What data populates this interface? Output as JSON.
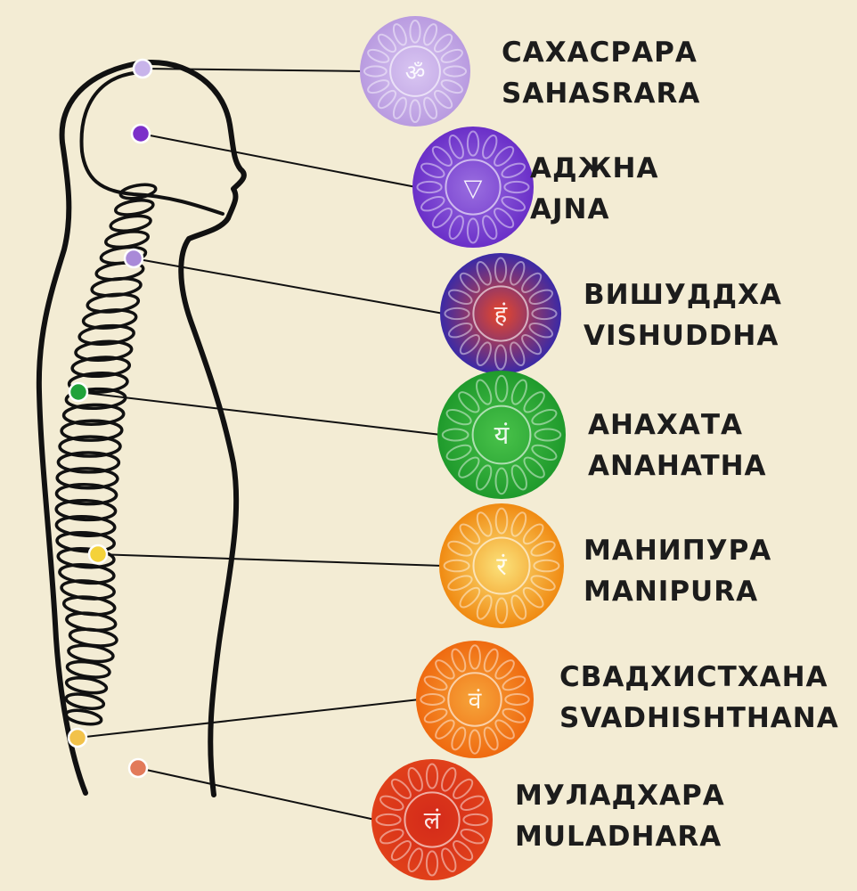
{
  "title": "Chakras along the spine",
  "chakras": [
    {
      "ru": "САХАСРАРА",
      "en": "SAHASRARA",
      "symbol": "ॐ",
      "color": "#b99be0",
      "inner": "#d9c6f2",
      "dot": "#c8b4ea"
    },
    {
      "ru": "АДЖНА",
      "en": "AJNA",
      "symbol": "▽",
      "color": "#6a2fc8",
      "inner": "#9a6ee0",
      "dot": "#7b2fc9"
    },
    {
      "ru": "ВИШУДДХА",
      "en": "VISHUDDHA",
      "symbol": "हं",
      "color": "#3b2aa6",
      "inner": "#e8462a",
      "dot": "#a98ad8"
    },
    {
      "ru": "АНАХАТА",
      "en": "ANAHATHA",
      "symbol": "यं",
      "color": "#1f9a2c",
      "inner": "#49c24a",
      "dot": "#1fa23a"
    },
    {
      "ru": "МАНИПУРА",
      "en": "MANIPURA",
      "symbol": "रं",
      "color": "#f08a12",
      "inner": "#fbe27a",
      "dot": "#f4d23a"
    },
    {
      "ru": "СВАДХИСТХАНА",
      "en": "SVADHISHTHANA",
      "symbol": "वं",
      "color": "#ef6a10",
      "inner": "#f6a43a",
      "dot": "#f2c24a"
    },
    {
      "ru": "МУЛАДХАРА",
      "en": "MULADHARA",
      "symbol": "लं",
      "color": "#e0401a",
      "inner": "#d42a1a",
      "dot": "#e27a5a"
    }
  ]
}
